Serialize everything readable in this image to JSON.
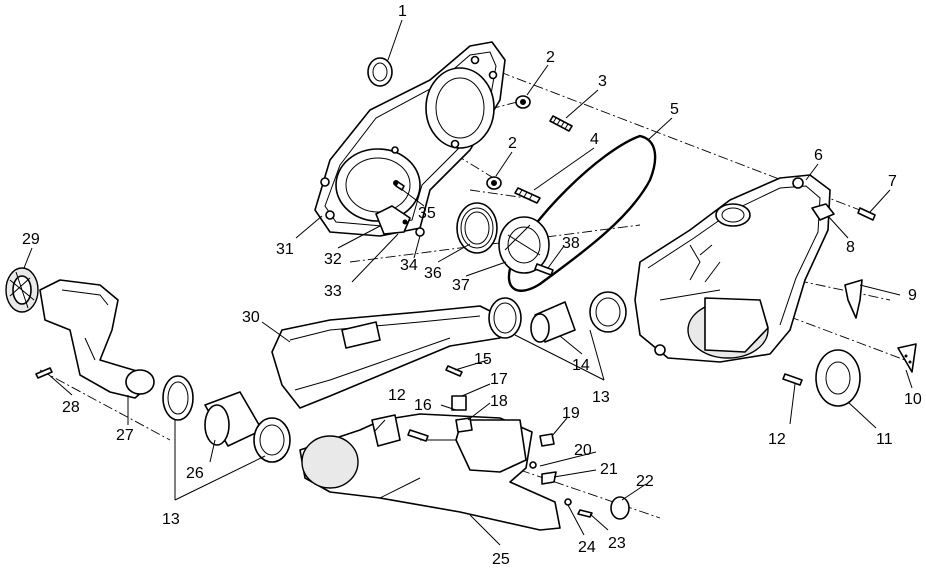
{
  "diagram": {
    "background": "#ffffff",
    "line_color": "#000000",
    "callouts": [
      "1",
      "2",
      "3",
      "2",
      "4",
      "5",
      "6",
      "7",
      "8",
      "9",
      "10",
      "11",
      "12",
      "13",
      "14",
      "15",
      "16",
      "17",
      "18",
      "19",
      "20",
      "21",
      "22",
      "23",
      "24",
      "25",
      "26",
      "27",
      "28",
      "29",
      "30",
      "31",
      "32",
      "33",
      "34",
      "35",
      "36",
      "37",
      "38",
      "12",
      "13"
    ]
  }
}
